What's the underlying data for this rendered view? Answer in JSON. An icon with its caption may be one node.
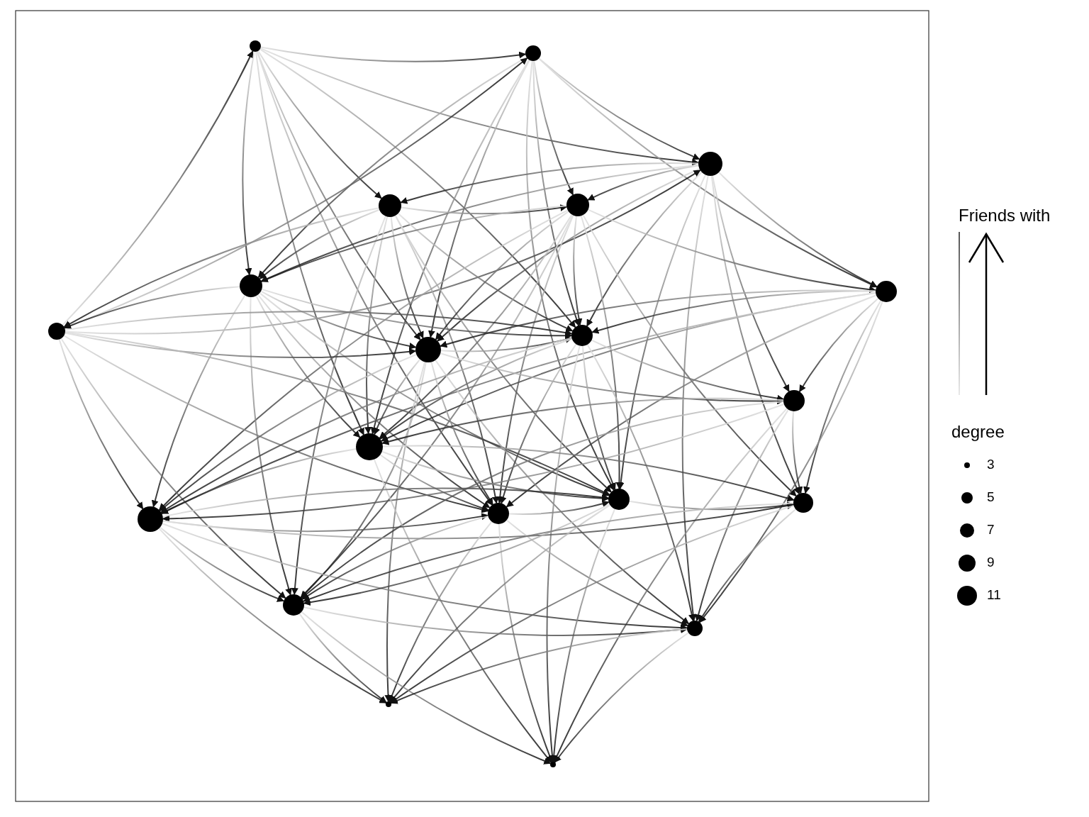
{
  "diagram": {
    "nodes": [
      {
        "text": [],
        "shape": "circle"
      },
      {
        "text": [],
        "shape": "circle"
      },
      {
        "text": [],
        "shape": "circle"
      },
      {
        "text": [],
        "shape": "circle"
      },
      {
        "text": [],
        "shape": "circle"
      },
      {
        "text": [],
        "shape": "circle"
      },
      {
        "text": [],
        "shape": "circle"
      },
      {
        "text": [],
        "shape": "circle"
      },
      {
        "text": [],
        "shape": "circle"
      },
      {
        "text": [],
        "shape": "circle"
      },
      {
        "text": [],
        "shape": "circle"
      },
      {
        "text": [],
        "shape": "circle"
      },
      {
        "text": [],
        "shape": "circle"
      },
      {
        "text": [],
        "shape": "circle"
      },
      {
        "text": [],
        "shape": "circle"
      },
      {
        "text": [],
        "shape": "circle"
      },
      {
        "text": [],
        "shape": "circle"
      },
      {
        "text": [],
        "shape": "circle"
      },
      {
        "text": [],
        "shape": "circle"
      },
      {
        "text": [],
        "shape": "circle"
      }
    ],
    "edges": [
      {
        "from": 6,
        "to": 0,
        "arrow": "to"
      },
      {
        "from": 0,
        "to": 5,
        "arrow": "to"
      },
      {
        "from": 0,
        "to": 3,
        "arrow": "to"
      },
      {
        "from": 0,
        "to": 11,
        "arrow": "to"
      },
      {
        "from": 0,
        "to": 8,
        "arrow": "to"
      },
      {
        "from": 0,
        "to": 9,
        "arrow": "to"
      },
      {
        "from": 0,
        "to": 1,
        "arrow": "to"
      },
      {
        "from": 0,
        "to": 2,
        "arrow": "to"
      },
      {
        "from": 0,
        "to": 13,
        "arrow": "to"
      },
      {
        "from": 1,
        "to": 5,
        "arrow": "to"
      },
      {
        "from": 1,
        "to": 8,
        "arrow": "to"
      },
      {
        "from": 1,
        "to": 4,
        "arrow": "to"
      },
      {
        "from": 1,
        "to": 9,
        "arrow": "to"
      },
      {
        "from": 1,
        "to": 14,
        "arrow": "to"
      },
      {
        "from": 1,
        "to": 2,
        "arrow": "to"
      },
      {
        "from": 1,
        "to": 7,
        "arrow": "to"
      },
      {
        "from": 6,
        "to": 1,
        "arrow": "to"
      },
      {
        "from": 1,
        "to": 11,
        "arrow": "to"
      },
      {
        "from": 2,
        "to": 3,
        "arrow": "to"
      },
      {
        "from": 2,
        "to": 5,
        "arrow": "to"
      },
      {
        "from": 2,
        "to": 4,
        "arrow": "to"
      },
      {
        "from": 2,
        "to": 8,
        "arrow": "to"
      },
      {
        "from": 2,
        "to": 9,
        "arrow": "to"
      },
      {
        "from": 2,
        "to": 10,
        "arrow": "to"
      },
      {
        "from": 2,
        "to": 15,
        "arrow": "to"
      },
      {
        "from": 2,
        "to": 17,
        "arrow": "to"
      },
      {
        "from": 2,
        "to": 14,
        "arrow": "to"
      },
      {
        "from": 2,
        "to": 7,
        "arrow": "to"
      },
      {
        "from": 6,
        "to": 2,
        "arrow": "to"
      },
      {
        "from": 3,
        "to": 5,
        "arrow": "to"
      },
      {
        "from": 3,
        "to": 4,
        "arrow": "to"
      },
      {
        "from": 3,
        "to": 8,
        "arrow": "to"
      },
      {
        "from": 3,
        "to": 11,
        "arrow": "to"
      },
      {
        "from": 3,
        "to": 13,
        "arrow": "to"
      },
      {
        "from": 3,
        "to": 9,
        "arrow": "to"
      },
      {
        "from": 3,
        "to": 14,
        "arrow": "to"
      },
      {
        "from": 3,
        "to": 16,
        "arrow": "to"
      },
      {
        "from": 3,
        "to": 6,
        "arrow": "to"
      },
      {
        "from": 4,
        "to": 8,
        "arrow": "to"
      },
      {
        "from": 4,
        "to": 9,
        "arrow": "to"
      },
      {
        "from": 4,
        "to": 11,
        "arrow": "to"
      },
      {
        "from": 4,
        "to": 12,
        "arrow": "to"
      },
      {
        "from": 4,
        "to": 13,
        "arrow": "to"
      },
      {
        "from": 4,
        "to": 14,
        "arrow": "to"
      },
      {
        "from": 4,
        "to": 15,
        "arrow": "to"
      },
      {
        "from": 4,
        "to": 7,
        "arrow": "to"
      },
      {
        "from": 4,
        "to": 5,
        "arrow": "to"
      },
      {
        "from": 4,
        "to": 16,
        "arrow": "to"
      },
      {
        "from": 5,
        "to": 6,
        "arrow": "to"
      },
      {
        "from": 5,
        "to": 8,
        "arrow": "to"
      },
      {
        "from": 5,
        "to": 9,
        "arrow": "to"
      },
      {
        "from": 5,
        "to": 11,
        "arrow": "to"
      },
      {
        "from": 5,
        "to": 12,
        "arrow": "to"
      },
      {
        "from": 5,
        "to": 13,
        "arrow": "to"
      },
      {
        "from": 5,
        "to": 14,
        "arrow": "to"
      },
      {
        "from": 5,
        "to": 16,
        "arrow": "to"
      },
      {
        "from": 6,
        "to": 8,
        "arrow": "to"
      },
      {
        "from": 6,
        "to": 9,
        "arrow": "to"
      },
      {
        "from": 6,
        "to": 12,
        "arrow": "to"
      },
      {
        "from": 6,
        "to": 16,
        "arrow": "to"
      },
      {
        "from": 6,
        "to": 13,
        "arrow": "to"
      },
      {
        "from": 6,
        "to": 14,
        "arrow": "to"
      },
      {
        "from": 7,
        "to": 8,
        "arrow": "to"
      },
      {
        "from": 7,
        "to": 9,
        "arrow": "to"
      },
      {
        "from": 7,
        "to": 10,
        "arrow": "to"
      },
      {
        "from": 7,
        "to": 15,
        "arrow": "to"
      },
      {
        "from": 7,
        "to": 17,
        "arrow": "to"
      },
      {
        "from": 7,
        "to": 11,
        "arrow": "to"
      },
      {
        "from": 7,
        "to": 13,
        "arrow": "to"
      },
      {
        "from": 7,
        "to": 12,
        "arrow": "to"
      },
      {
        "from": 8,
        "to": 9,
        "arrow": "to"
      },
      {
        "from": 8,
        "to": 11,
        "arrow": "to"
      },
      {
        "from": 8,
        "to": 12,
        "arrow": "to"
      },
      {
        "from": 8,
        "to": 13,
        "arrow": "to"
      },
      {
        "from": 8,
        "to": 16,
        "arrow": "to"
      },
      {
        "from": 8,
        "to": 10,
        "arrow": "to"
      },
      {
        "from": 8,
        "to": 17,
        "arrow": "to"
      },
      {
        "from": 8,
        "to": 18,
        "arrow": "to"
      },
      {
        "from": 9,
        "to": 10,
        "arrow": "to"
      },
      {
        "from": 9,
        "to": 11,
        "arrow": "to"
      },
      {
        "from": 9,
        "to": 12,
        "arrow": "to"
      },
      {
        "from": 9,
        "to": 13,
        "arrow": "to"
      },
      {
        "from": 9,
        "to": 14,
        "arrow": "to"
      },
      {
        "from": 9,
        "to": 17,
        "arrow": "to"
      },
      {
        "from": 9,
        "to": 19,
        "arrow": "to"
      },
      {
        "from": 10,
        "to": 11,
        "arrow": "to"
      },
      {
        "from": 10,
        "to": 12,
        "arrow": "to"
      },
      {
        "from": 10,
        "to": 15,
        "arrow": "to"
      },
      {
        "from": 10,
        "to": 16,
        "arrow": "to"
      },
      {
        "from": 10,
        "to": 17,
        "arrow": "to"
      },
      {
        "from": 10,
        "to": 19,
        "arrow": "to"
      },
      {
        "from": 11,
        "to": 12,
        "arrow": "to"
      },
      {
        "from": 11,
        "to": 13,
        "arrow": "to"
      },
      {
        "from": 11,
        "to": 14,
        "arrow": "to"
      },
      {
        "from": 11,
        "to": 15,
        "arrow": "to"
      },
      {
        "from": 11,
        "to": 19,
        "arrow": "to"
      },
      {
        "from": 12,
        "to": 13,
        "arrow": "to"
      },
      {
        "from": 12,
        "to": 14,
        "arrow": "to"
      },
      {
        "from": 12,
        "to": 15,
        "arrow": "to"
      },
      {
        "from": 12,
        "to": 16,
        "arrow": "to"
      },
      {
        "from": 12,
        "to": 18,
        "arrow": "to"
      },
      {
        "from": 12,
        "to": 17,
        "arrow": "to"
      },
      {
        "from": 13,
        "to": 14,
        "arrow": "to"
      },
      {
        "from": 13,
        "to": 16,
        "arrow": "to"
      },
      {
        "from": 13,
        "to": 17,
        "arrow": "to"
      },
      {
        "from": 13,
        "to": 19,
        "arrow": "to"
      },
      {
        "from": 13,
        "to": 18,
        "arrow": "to"
      },
      {
        "from": 14,
        "to": 15,
        "arrow": "to"
      },
      {
        "from": 14,
        "to": 16,
        "arrow": "to"
      },
      {
        "from": 14,
        "to": 19,
        "arrow": "to"
      },
      {
        "from": 14,
        "to": 18,
        "arrow": "to"
      },
      {
        "from": 15,
        "to": 16,
        "arrow": "to"
      },
      {
        "from": 15,
        "to": 17,
        "arrow": "to"
      },
      {
        "from": 15,
        "to": 18,
        "arrow": "to"
      },
      {
        "from": 16,
        "to": 17,
        "arrow": "to"
      },
      {
        "from": 16,
        "to": 18,
        "arrow": "to"
      },
      {
        "from": 16,
        "to": 19,
        "arrow": "to"
      },
      {
        "from": 17,
        "to": 19,
        "arrow": "to"
      },
      {
        "from": 17,
        "to": 18,
        "arrow": "to"
      }
    ],
    "labels": [
      "Friends with",
      "degree"
    ],
    "legend": [
      {
        "text": "3"
      },
      {
        "text": "5"
      },
      {
        "text": "7"
      },
      {
        "text": "9"
      },
      {
        "text": "11"
      }
    ]
  }
}
